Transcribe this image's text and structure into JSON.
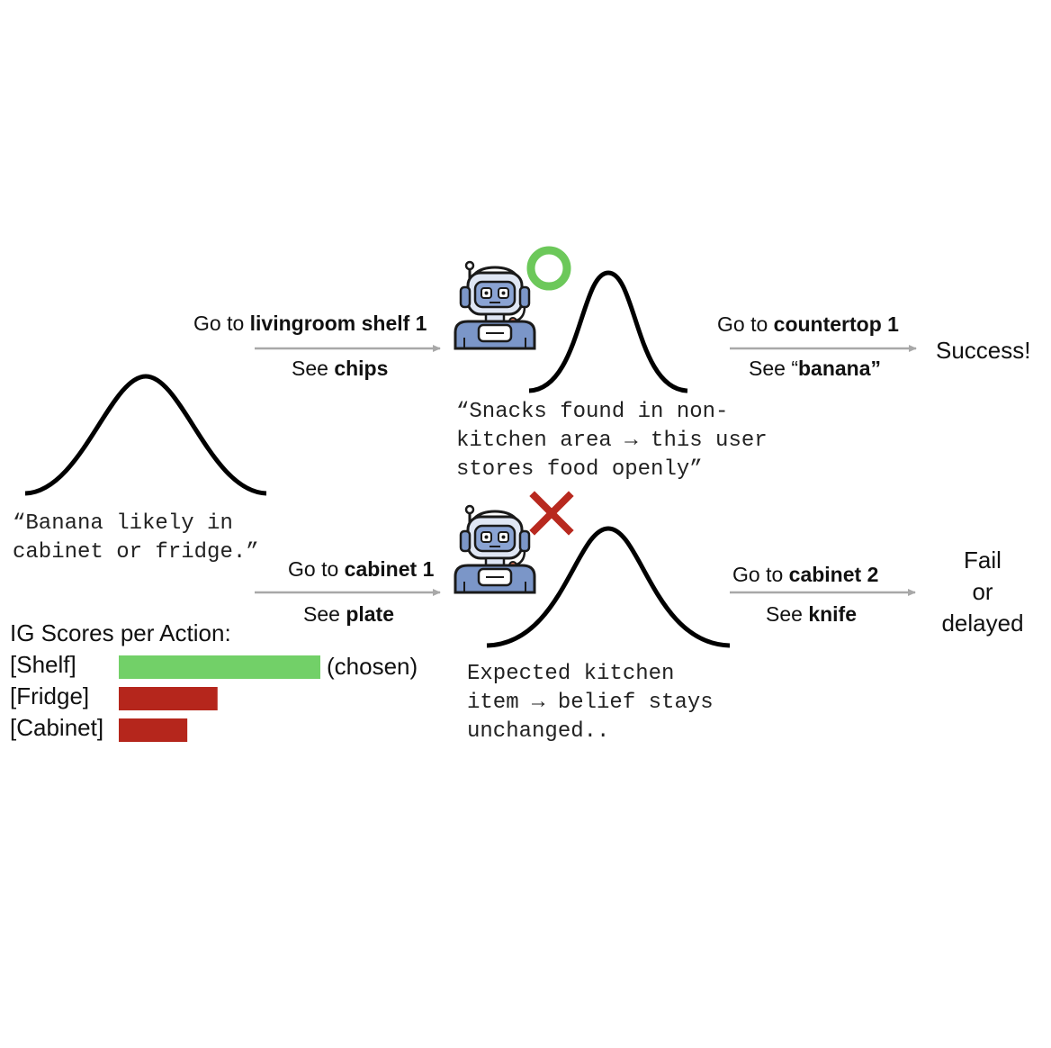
{
  "prior": {
    "belief_text": "“Banana likely in\ncabinet or fridge.”"
  },
  "top_path": {
    "action_prefix": "Go to ",
    "action_target": "livingroom shelf 1",
    "observe_prefix": "See ",
    "observe_target": "chips",
    "belief_text": "“Snacks found in non-\nkitchen area → this user\nstores food openly”",
    "next_action_prefix": "Go to ",
    "next_action_target": "countertop 1",
    "next_observe_prefix": "See “",
    "next_observe_target": "banana",
    "next_observe_suffix": "”",
    "outcome": "Success!",
    "marker_color": "#6cc85a"
  },
  "bottom_path": {
    "action_prefix": "Go to ",
    "action_target": "cabinet 1",
    "observe_prefix": "See ",
    "observe_target": "plate",
    "belief_text": "Expected kitchen\nitem → belief stays\nunchanged..",
    "next_action_prefix": "Go to ",
    "next_action_target": "cabinet 2",
    "next_observe_prefix": "See ",
    "next_observe_target": "knife",
    "outcome_lines": [
      "Fail",
      "or",
      "delayed"
    ],
    "marker_color": "#b8291f"
  },
  "ig_scores": {
    "title": "IG Scores per Action:",
    "chosen_note": "(chosen)",
    "max_score": 1.0,
    "rows": [
      {
        "label": "[Shelf]",
        "score": 1.0,
        "color": "#72d068"
      },
      {
        "label": "[Fridge]",
        "score": 0.49,
        "color": "#b5261c"
      },
      {
        "label": "[Cabinet]",
        "score": 0.34,
        "color": "#b5261c"
      }
    ]
  },
  "icons": {
    "robot": "robot-icon",
    "success": "circle-icon",
    "failure": "cross-icon"
  }
}
